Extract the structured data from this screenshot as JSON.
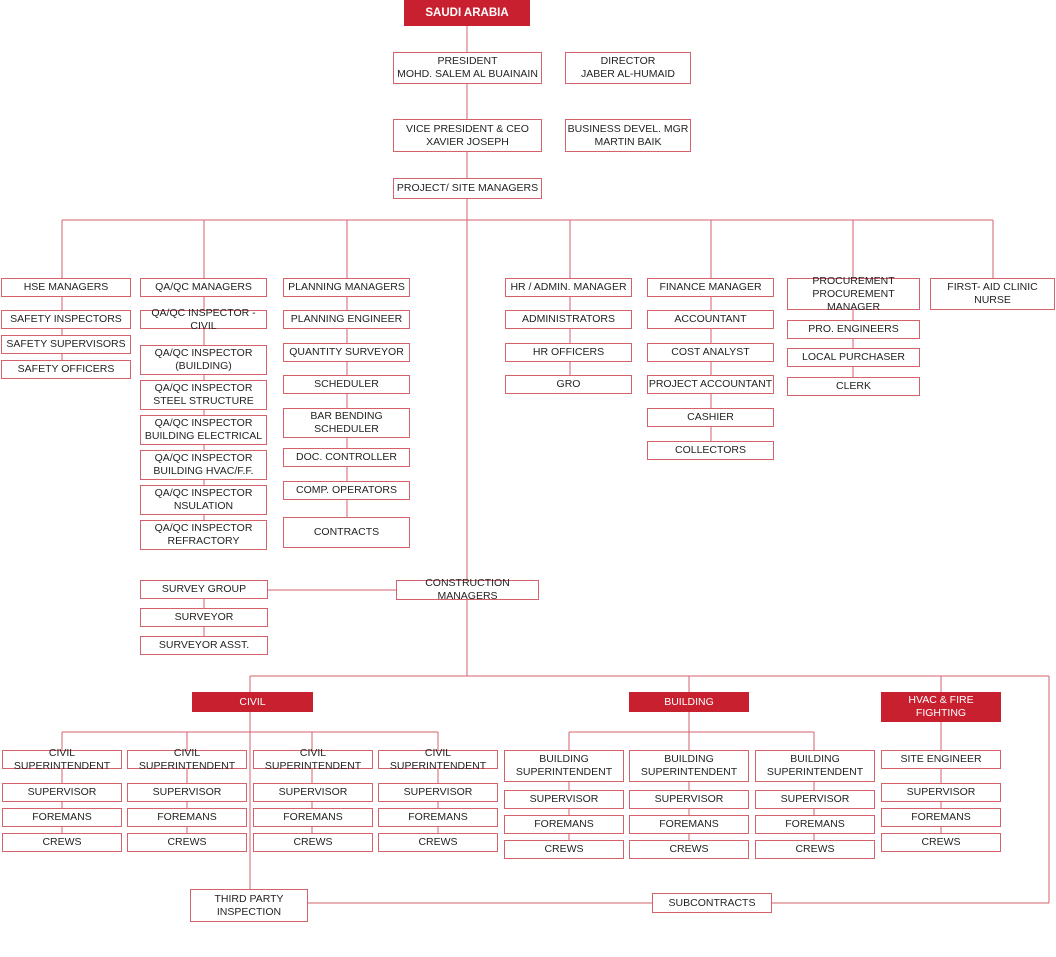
{
  "chart_title": "SAUDI ARABIA",
  "leadership": {
    "president": "PRESIDENT\nMOHD. SALEM AL BUAINAIN",
    "director": "DIRECTOR\nJABER AL-HUMAID",
    "vp_ceo": "VICE PRESIDENT & CEO\nXAVIER JOSEPH",
    "bdm": "BUSINESS DEVEL. MGR\nMARTIN BAIK",
    "project_site": "PROJECT/ SITE MANAGERS"
  },
  "hse": {
    "head": "HSE MANAGERS",
    "items": [
      "SAFETY INSPECTORS",
      "SAFETY SUPERVISORS",
      "SAFETY OFFICERS"
    ]
  },
  "qaqc": {
    "head": "QA/QC MANAGERS",
    "items": [
      "QA/QC INSPECTOR - CIVIL",
      "QA/QC INSPECTOR\n(BUILDING)",
      "QA/QC INSPECTOR\nSTEEL STRUCTURE",
      "QA/QC INSPECTOR\nBUILDING ELECTRICAL",
      "QA/QC INSPECTOR\nBUILDING HVAC/F.F.",
      "QA/QC INSPECTOR\nNSULATION",
      "QA/QC INSPECTOR\nREFRACTORY"
    ]
  },
  "planning": {
    "head": "PLANNING MANAGERS",
    "items": [
      "PLANNING ENGINEER",
      "QUANTITY SURVEYOR",
      "SCHEDULER",
      "BAR BENDING\nSCHEDULER",
      "DOC. CONTROLLER",
      "COMP. OPERATORS",
      "CONTRACTS"
    ]
  },
  "hr": {
    "head": "HR / ADMIN. MANAGER",
    "items": [
      "ADMINISTRATORS",
      "HR OFFICERS",
      "GRO"
    ]
  },
  "finance": {
    "head": "FINANCE MANAGER",
    "items": [
      "ACCOUNTANT",
      "COST ANALYST",
      "PROJECT ACCOUNTANT",
      "CASHIER",
      "COLLECTORS"
    ]
  },
  "procurement": {
    "head": "PROCUREMENT\nPROCUREMENT MANAGER",
    "items": [
      "PRO. ENGINEERS",
      "LOCAL PURCHASER",
      "CLERK"
    ]
  },
  "clinic": "FIRST- AID CLINIC\nNURSE",
  "construction": "CONSTRUCTION MANAGERS",
  "survey": {
    "head": "SURVEY GROUP",
    "items": [
      "SURVEYOR",
      "SURVEYOR ASST."
    ]
  },
  "divisions": {
    "civil": "CIVIL",
    "building": "BUILDING",
    "hvac": "HVAC & FIRE\nFIGHTING"
  },
  "civil_superintendent": "CIVIL SUPERINTENDENT",
  "building_superintendent": "BUILDING\nSUPERINTENDENT",
  "site_engineer": "SITE ENGINEER",
  "supervisor": "SUPERVISOR",
  "foremans": "FOREMANS",
  "crews": "CREWS",
  "third_party": "THIRD PARTY\nINSPECTION",
  "subcontracts": "SUBCONTRACTS",
  "colors": {
    "accent": "#c8202f",
    "line": "#d5626b",
    "text": "#231f20"
  }
}
